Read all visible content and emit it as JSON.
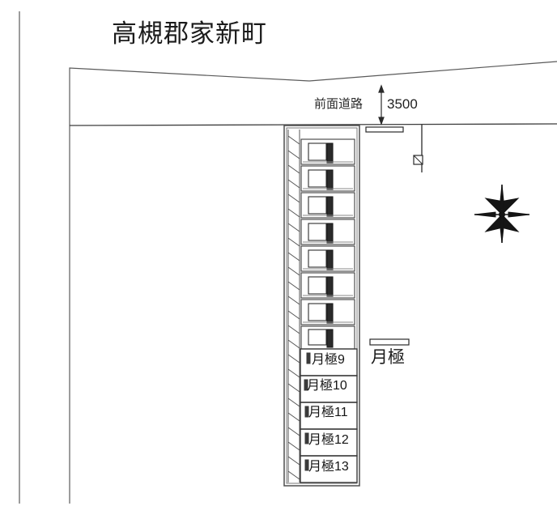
{
  "title": "高槻郡家新町",
  "road": {
    "label": "前面道路",
    "dimension": "3500"
  },
  "legend": {
    "symbol_name": "monthly-parking-bar",
    "label": "月極"
  },
  "compass": {
    "name": "north-arrow"
  },
  "parking": {
    "car_stalls_count": 8,
    "labeled_stalls": [
      {
        "id": 9,
        "label": "月極9"
      },
      {
        "id": 10,
        "label": "月極10"
      },
      {
        "id": 11,
        "label": "月極11"
      },
      {
        "id": 12,
        "label": "月極12"
      },
      {
        "id": 13,
        "label": "月極13"
      }
    ]
  },
  "colors": {
    "line": "#4a4a4a",
    "line_dark": "#1a1a1a",
    "text": "#1b1b1b",
    "background": "#ffffff",
    "fill_light": "#f2f2f2"
  }
}
